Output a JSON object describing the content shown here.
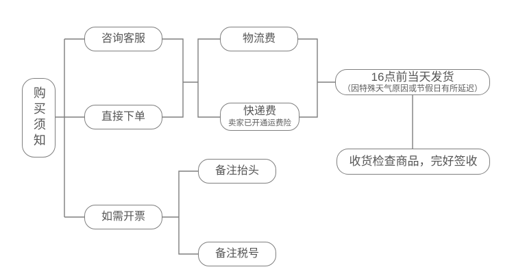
{
  "diagram": {
    "title_node": {
      "label": "购买须知"
    },
    "nodes": {
      "consult": {
        "label": "咨询客服"
      },
      "order": {
        "label": "直接下单"
      },
      "invoice": {
        "label": "如需开票"
      },
      "logistics": {
        "label": "物流费"
      },
      "express": {
        "label": "快递费",
        "note": "卖家已开通运费险"
      },
      "ship": {
        "label": "16点前当天发货",
        "note": "（因特殊天气原因或节假日有所延迟）"
      },
      "receive": {
        "label": "收货检查商品，完好签收"
      },
      "note_title": {
        "label": "备注抬头"
      },
      "note_tax": {
        "label": "备注税号"
      }
    },
    "colors": {
      "line": "#7e7e7e",
      "text": "#555555",
      "background": "#ffffff"
    }
  }
}
